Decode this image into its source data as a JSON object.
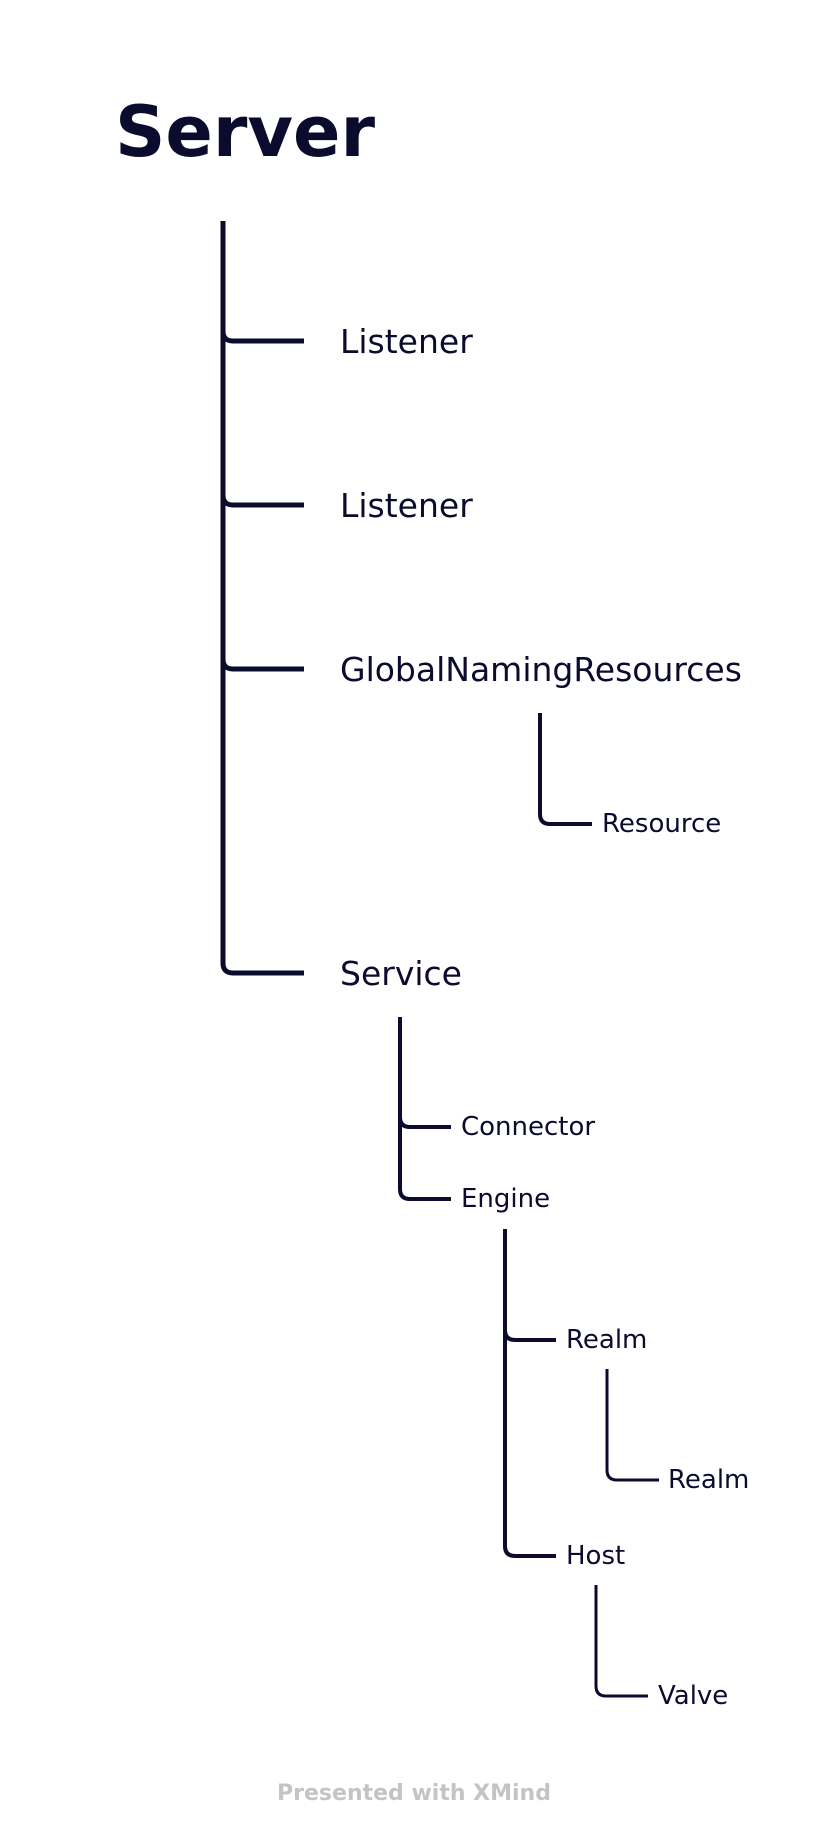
{
  "diagram": {
    "root": "Server",
    "branches": [
      "Listener",
      "Listener",
      "GlobalNamingResources",
      "Service"
    ],
    "global_naming_children": [
      "Resource"
    ],
    "service_children": [
      "Connector",
      "Engine"
    ],
    "engine_children": [
      "Realm",
      "Host"
    ],
    "realm_children": [
      "Realm"
    ],
    "host_children": [
      "Valve"
    ]
  },
  "footer": {
    "text": "Presented with XMind"
  },
  "colors": {
    "line": "#0b0b2e",
    "text": "#0b0b2e",
    "footer": "#c4c4c4"
  }
}
